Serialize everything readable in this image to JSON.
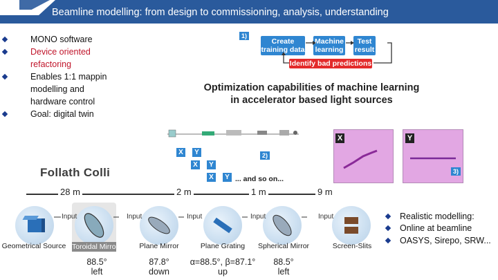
{
  "header": {
    "title": "Beamline modelling: from design to commissioning, analysis, understanding"
  },
  "bullets": [
    {
      "text": "MONO software",
      "color": "#111111"
    },
    {
      "text": "Device oriented\nrefactoring",
      "color": "#c0152b"
    },
    {
      "text": "Enables 1:1 mappin\nmodelling and\nhardware control",
      "color": "#111111"
    },
    {
      "text": "Goal: digital twin",
      "color": "#111111"
    }
  ],
  "ml_workflow": {
    "step1_tag": "1)",
    "step2_tag": "2)",
    "step3_tag": "3)",
    "create": "Create\ntraining data",
    "learn": "Machine\nlearning",
    "test": "Test\nresult",
    "bad": "Identify bad predictions",
    "title": "Optimization capabilities of machine learning\nin accelerator based light sources",
    "and_so_on": "... and so on...",
    "x": "X",
    "y": "Y"
  },
  "beamline": {
    "follath": "Follath Colli",
    "distances": [
      "28 m",
      "2 m",
      "1 m",
      "9 m"
    ],
    "input_label": "Input",
    "elements": [
      {
        "name": "Geometrical Source",
        "angle": ""
      },
      {
        "name": "Toroidal Mirror",
        "angle": "88.5°\nleft"
      },
      {
        "name": "Plane Mirror",
        "angle": "87.8°\ndown"
      },
      {
        "name": "Plane Grating",
        "angle": "α=88.5°, β=87.1°\nup"
      },
      {
        "name": "Spherical Mirror",
        "angle": "88.5°\nleft"
      },
      {
        "name": "Screen-Slits",
        "angle": ""
      }
    ]
  },
  "right_bullets": [
    "Realistic modelling:",
    "Online at beamline",
    "OASYS, Sirepo, SRW..."
  ]
}
